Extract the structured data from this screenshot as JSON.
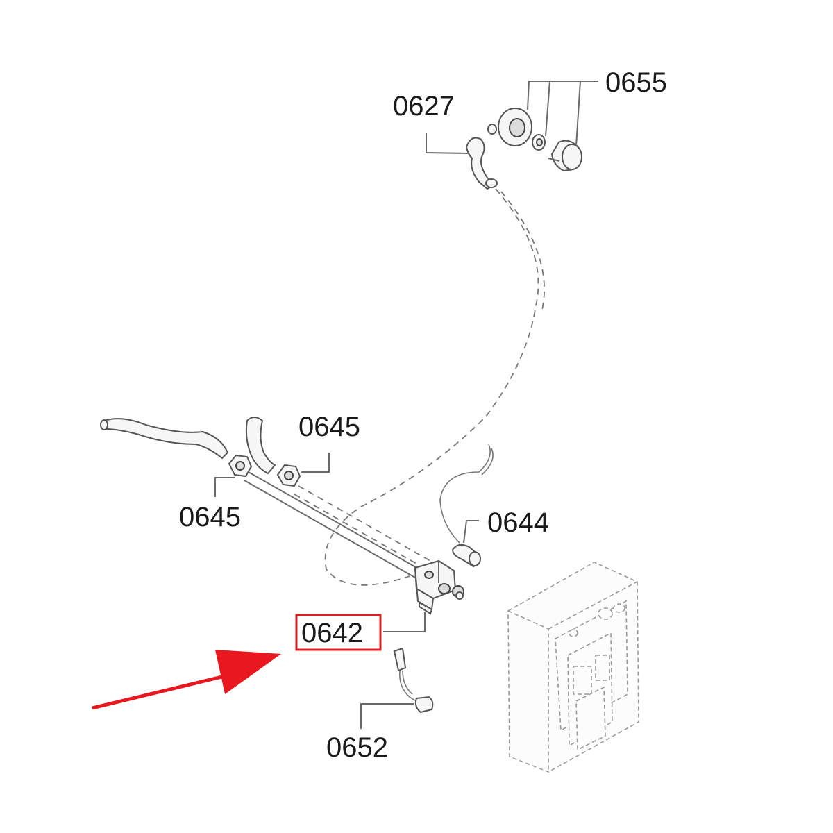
{
  "diagram": {
    "labels": {
      "p0627": "0627",
      "p0655": "0655",
      "p0645_upper": "0645",
      "p0645_lower": "0645",
      "p0644": "0644",
      "p0642": "0642",
      "p0652": "0652"
    },
    "highlighted_part": "0642",
    "colors": {
      "highlight": "#e01b22",
      "arrow": "#e8181e",
      "line_art": "#555555",
      "text": "#1a1a1a"
    }
  }
}
